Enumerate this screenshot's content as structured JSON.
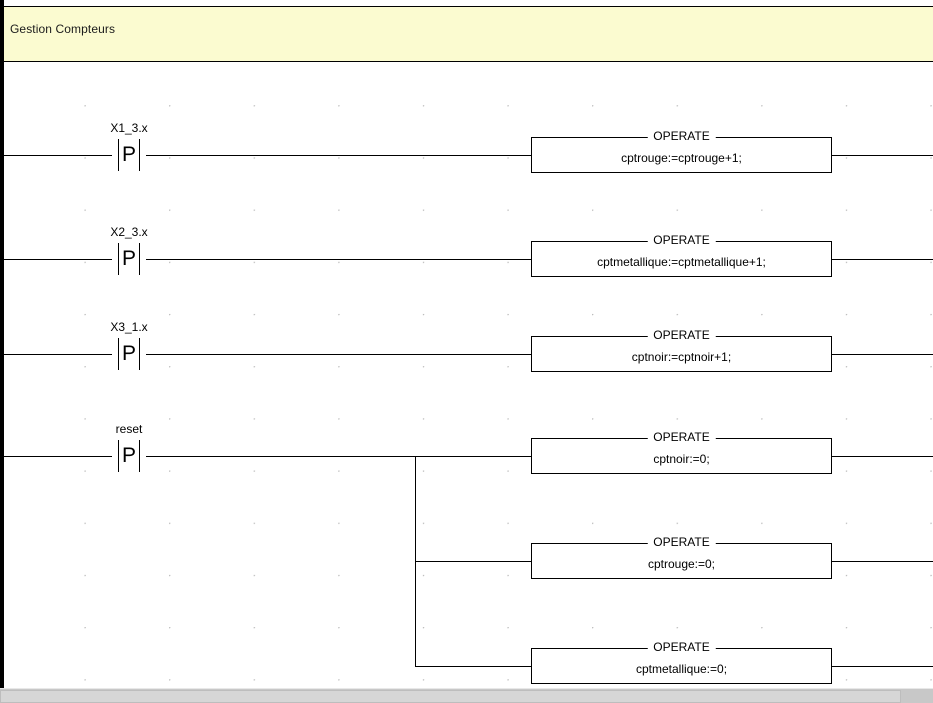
{
  "window": {
    "editor_kind": "ladder-diagram-editor"
  },
  "network": {
    "title": "Gestion Compteurs",
    "header_color": "#fbfbd0"
  },
  "colors": {
    "wire": "#000000",
    "canvas": "#ffffff",
    "grid_dot": "#b7b7b7",
    "scrollbar_track": "#c8c8c8",
    "scrollbar_thumb": "#d6d6d6"
  },
  "rungs": [
    {
      "id": "rung-1",
      "contact": {
        "label": "X1_3.x",
        "glyph": "P",
        "type": "rising-edge-contact"
      },
      "blocks": [
        {
          "title": "OPERATE",
          "body": "cptrouge:=cptrouge+1;"
        }
      ]
    },
    {
      "id": "rung-2",
      "contact": {
        "label": "X2_3.x",
        "glyph": "P",
        "type": "rising-edge-contact"
      },
      "blocks": [
        {
          "title": "OPERATE",
          "body": "cptmetallique:=cptmetallique+1;"
        }
      ]
    },
    {
      "id": "rung-3",
      "contact": {
        "label": "X3_1.x",
        "glyph": "P",
        "type": "rising-edge-contact"
      },
      "blocks": [
        {
          "title": "OPERATE",
          "body": "cptnoir:=cptnoir+1;"
        }
      ]
    },
    {
      "id": "rung-4",
      "contact": {
        "label": "reset",
        "glyph": "P",
        "type": "rising-edge-contact"
      },
      "blocks": [
        {
          "title": "OPERATE",
          "body": "cptnoir:=0;"
        },
        {
          "title": "OPERATE",
          "body": "cptrouge:=0;"
        },
        {
          "title": "OPERATE",
          "body": "cptmetallique:=0;"
        }
      ]
    }
  ],
  "scrollbar": {
    "orientation": "horizontal"
  }
}
